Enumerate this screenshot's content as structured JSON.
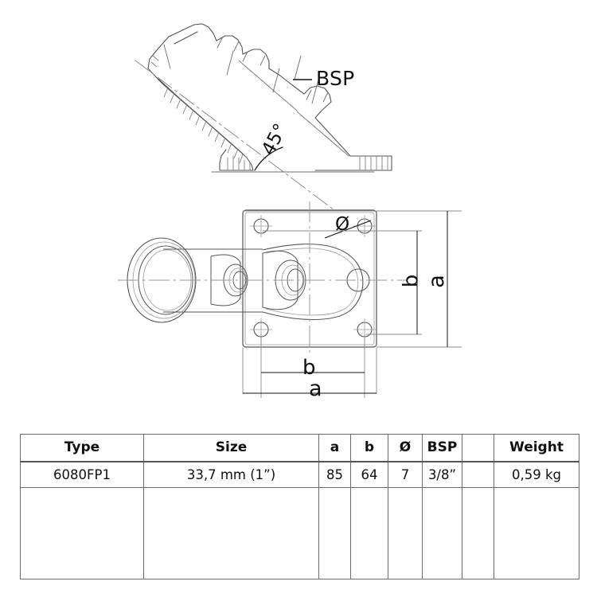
{
  "document": {
    "kind": "technical-drawing-datasheet",
    "background_color": "#ffffff",
    "line_color": "#555555",
    "text_color": "#111111"
  },
  "top_view": {
    "name": "45-degree-elbow-side-view",
    "annotations": {
      "bsp_label": "BSP",
      "angle_label": "45°"
    }
  },
  "bottom_view": {
    "name": "flange-plate-front-view",
    "annotations": {
      "diameter_symbol": "Ø",
      "dim_b_horizontal": "b",
      "dim_a_horizontal": "a",
      "dim_b_vertical": "b",
      "dim_a_vertical": "a"
    }
  },
  "spec_table": {
    "name": "product-specification-table",
    "headers": [
      "Type",
      "Size",
      "a",
      "b",
      "Ø",
      "BSP",
      "",
      "Weight"
    ],
    "rows": [
      {
        "type": "6080FP1",
        "size": "33,7 mm (1”)",
        "a": "85",
        "b": "64",
        "diameter": "7",
        "bsp": "3/8”",
        "blank": "",
        "weight": "0,59 kg"
      }
    ]
  }
}
